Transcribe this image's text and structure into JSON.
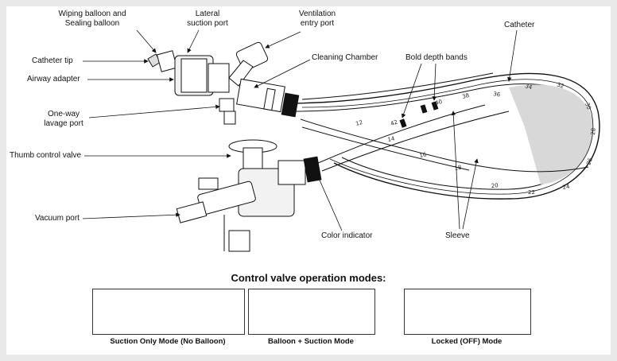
{
  "labels": {
    "wiping_balloon": "Wiping balloon and\nSealing balloon",
    "lateral_suction": "Lateral\nsuction port",
    "ventilation": "Ventilation\nentry port",
    "catheter_tip": "Catheter tip",
    "airway_adapter": "Airway adapter",
    "cleaning_chamber": "Cleaning Chamber",
    "bold_depth_bands": "Bold depth bands",
    "catheter": "Catheter",
    "one_way_lavage": "One-way\nlavage port",
    "thumb_control": "Thumb control valve",
    "vacuum_port": "Vacuum port",
    "color_indicator": "Color indicator",
    "sleeve": "Sleeve"
  },
  "depth_marks": [
    "12",
    "14",
    "16",
    "18",
    "20",
    "22",
    "24",
    "26",
    "28",
    "30",
    "32",
    "34",
    "36",
    "38",
    "40",
    "42"
  ],
  "modes": {
    "title": "Control valve operation modes:",
    "items": [
      {
        "caption": "Suction Only Mode (No Balloon)"
      },
      {
        "caption": "Balloon + Suction Mode"
      },
      {
        "caption": "Locked (OFF) Mode"
      }
    ]
  },
  "colors": {
    "ink": "#111111",
    "panel": "#ffffff",
    "background": "#e9e9e9",
    "shade": "#cfcfcf"
  }
}
